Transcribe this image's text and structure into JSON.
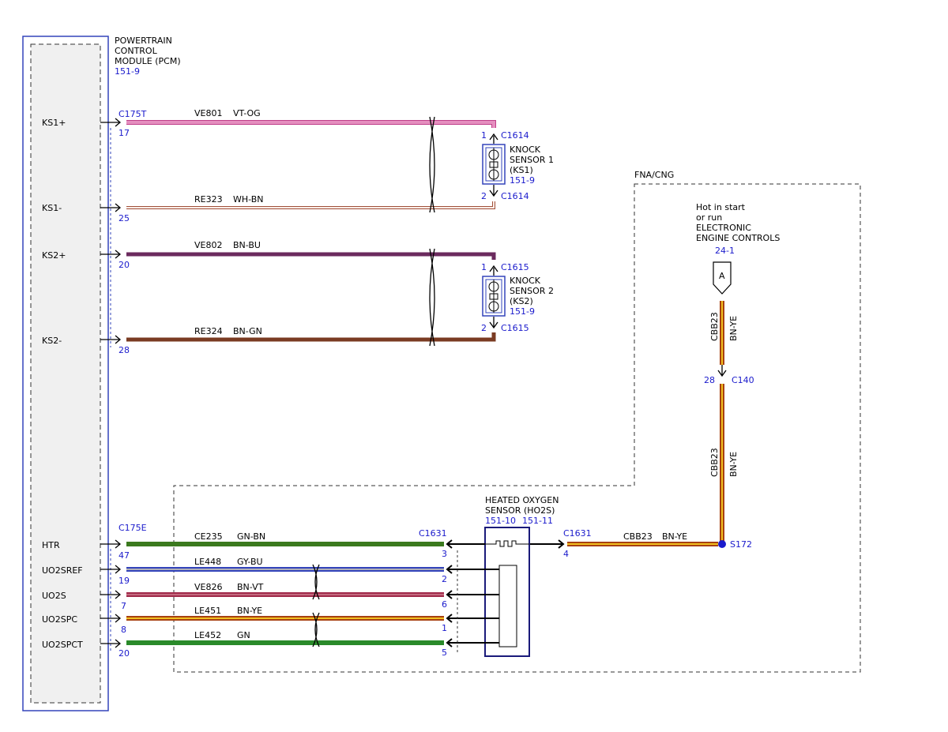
{
  "colors": {
    "border_blue": "#3344bb",
    "ref_blue": "#1a1acc",
    "text": "#000000",
    "wire_vt_og": "#e58fbf",
    "wire_wh_bn": "#f0d8d0",
    "wire_bn_bu": "#6b2a5e",
    "wire_bn_gn": "#7a3b22",
    "wire_gn_bn": "#3b7a1e",
    "wire_gy_bu": "#8a8ac4",
    "wire_bn_vt": "#a02a4a",
    "wire_bn_ye": "#a84010",
    "wire_bn_ye_stripe": "#f0c020",
    "wire_gn": "#2a8a2a"
  },
  "pcm": {
    "title_lines": [
      "POWERTRAIN",
      "CONTROL",
      "MODULE (PCM)"
    ],
    "ref": "151-9",
    "pins": [
      {
        "label": "KS1+",
        "pin": "17"
      },
      {
        "label": "KS1-",
        "pin": "25"
      },
      {
        "label": "KS2+",
        "pin": "20"
      },
      {
        "label": "KS2-",
        "pin": "28"
      },
      {
        "label": "HTR",
        "pin": "47"
      },
      {
        "label": "UO2SREF",
        "pin": "19"
      },
      {
        "label": "UO2S",
        "pin": "7"
      },
      {
        "label": "UO2SPC",
        "pin": "8"
      },
      {
        "label": "UO2SPCT",
        "pin": "20"
      }
    ],
    "connector_top": "C175T",
    "connector_bottom": "C175E"
  },
  "wires": [
    {
      "circuit": "VE801",
      "color": "VT-OG"
    },
    {
      "circuit": "RE323",
      "color": "WH-BN"
    },
    {
      "circuit": "VE802",
      "color": "BN-BU"
    },
    {
      "circuit": "RE324",
      "color": "BN-GN"
    },
    {
      "circuit": "CE235",
      "color": "GN-BN"
    },
    {
      "circuit": "LE448",
      "color": "GY-BU"
    },
    {
      "circuit": "VE826",
      "color": "BN-VT"
    },
    {
      "circuit": "LE451",
      "color": "BN-YE"
    },
    {
      "circuit": "LE452",
      "color": "GN"
    }
  ],
  "knock_sensor_1": {
    "title_lines": [
      "KNOCK",
      "SENSOR 1",
      "(KS1)"
    ],
    "ref": "151-9",
    "connector": "C1614",
    "pin_a": "1",
    "pin_b": "2"
  },
  "knock_sensor_2": {
    "title_lines": [
      "KNOCK",
      "SENSOR 2",
      "(KS2)"
    ],
    "ref": "151-9",
    "connector": "C1615",
    "pin_a": "1",
    "pin_b": "2"
  },
  "fna_label": "FNA/CNG",
  "power_source": {
    "lines": [
      "Hot in start",
      "or run",
      "ELECTRONIC",
      "ENGINE CONTROLS"
    ],
    "ref": "24-1",
    "flag": "A"
  },
  "vertical_wire": {
    "circuit": "CBB23",
    "color": "BN-YE",
    "connector": "C140",
    "pin": "28"
  },
  "splice": "S172",
  "ho2s": {
    "title_lines": [
      "HEATED OXYGEN",
      "SENSOR (HO2S)"
    ],
    "ref_left": "151-10",
    "ref_right": "151-11",
    "connector": "C1631",
    "left_pins": [
      "3",
      "2",
      "6",
      "1",
      "5"
    ],
    "right_pin": "4",
    "right_connector": "C1631"
  },
  "ho2s_feed": {
    "circuit": "CBB23",
    "color": "BN-YE"
  }
}
